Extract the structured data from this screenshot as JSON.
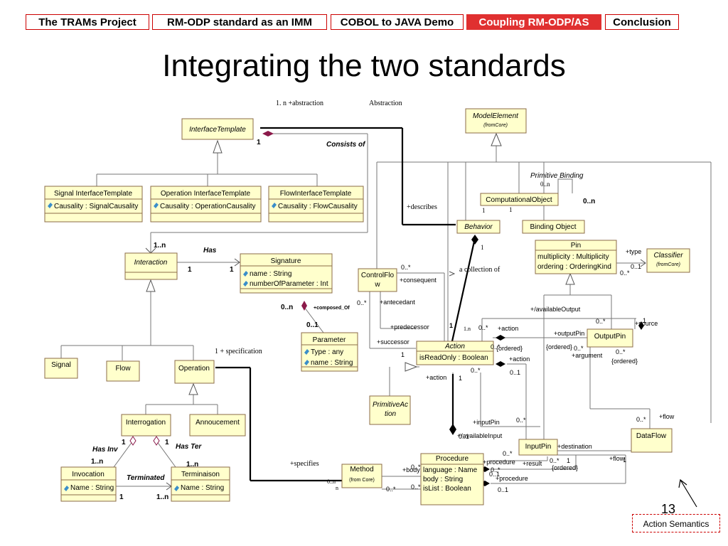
{
  "nav": {
    "tabs": [
      {
        "label": "The TRAMs Project"
      },
      {
        "label": "RM-ODP standard as an IMM"
      },
      {
        "label": "COBOL to JAVA Demo"
      },
      {
        "label": "Coupling RM-ODP/AS",
        "active": true
      },
      {
        "label": "Conclusion"
      }
    ],
    "active_color": "#e03030",
    "border_color": "#cc0000"
  },
  "slide": {
    "title": "Integrating the two standards",
    "number": "13",
    "footer_label": "Action Semantics"
  },
  "diagram": {
    "box_fill": "#ffffcc",
    "box_stroke": "#8b6b47",
    "assoc_color": "#8b1a4a",
    "classes": {
      "model_element": {
        "name": "ModelElement",
        "note": "(fromCore)"
      },
      "interface_template": {
        "name": "InterfaceTemplate"
      },
      "signal_interface_template": {
        "name": "Signal InterfaceTemplate",
        "attrs": [
          "Causality : SignalCausality"
        ]
      },
      "operation_interface_template": {
        "name": "Operation InterfaceTemplate",
        "attrs": [
          "Causality : OperationCausality"
        ]
      },
      "flow_interface_template": {
        "name": "FlowInterfaceTemplate",
        "attrs": [
          "Causality : FlowCausality"
        ]
      },
      "interaction": {
        "name": "Interaction"
      },
      "signature": {
        "name": "Signature",
        "attrs": [
          "name : String",
          "numberOfParameter : Int"
        ]
      },
      "parameter": {
        "name": "Parameter",
        "attrs": [
          "Type : any",
          "name : String"
        ]
      },
      "signal": {
        "name": "Signal"
      },
      "flow": {
        "name": "Flow"
      },
      "operation": {
        "name": "Operation"
      },
      "interrogation": {
        "name": "Interrogation"
      },
      "annoucement": {
        "name": "Annoucement"
      },
      "invocation": {
        "name": "Invocation",
        "attrs": [
          "Name : String"
        ]
      },
      "terminaison": {
        "name": "Terminaison",
        "attrs": [
          "Name : String"
        ]
      },
      "computational_object": {
        "name": "ComputationalObject"
      },
      "behavior": {
        "name": "Behavior"
      },
      "binding_object": {
        "name": "Binding Object"
      },
      "pin": {
        "name": "Pin",
        "attrs": [
          "multiplicity : Multiplicity",
          "ordering : OrderingKind"
        ]
      },
      "classifier": {
        "name": "Classifier",
        "note": "(fromCore)"
      },
      "control_flow": {
        "name_line1": "ControlFlo",
        "name_line2": "w"
      },
      "action": {
        "name": "Action",
        "attrs": [
          "isReadOnly : Boolean"
        ]
      },
      "output_pin": {
        "name": "OutputPin"
      },
      "primitive_action": {
        "name_line1": "PrimitiveAc",
        "name_line2": "tion"
      },
      "input_pin": {
        "name": "InputPin"
      },
      "data_flow": {
        "name": "DataFlow"
      },
      "procedure": {
        "name": "Procedure",
        "attrs": [
          "language : Name",
          "body : String",
          "isList : Boolean"
        ]
      },
      "method": {
        "name": "Method",
        "note": "(from Core)"
      }
    },
    "labels": {
      "abstraction_top": "1. n +abstraction",
      "abstraction_right": "Abstraction",
      "consists_of": "Consists of",
      "one_interface_template": "1",
      "has": "Has",
      "interaction_mult": "1..n",
      "signature_left_1": "1",
      "signature_right_1": "1",
      "on": "0..n",
      "composed_of": "+composed_Of",
      "zero_one_param": "0..1",
      "specification": "1 +  specification",
      "has_inv": "Has Inv",
      "has_ter": "Has Ter",
      "interrog_1_left": "1",
      "interrog_1_right": "1",
      "inv_1n": "1..n",
      "ter_1n": "1..n",
      "terminated": "Terminated",
      "inv_1": "1",
      "ter_1n_b": "1..n",
      "primitive_binding": "Primitive Binding",
      "pb_0n": "0..n",
      "co_0n": "0..n",
      "co_1": "1",
      "co_1b": "1",
      "describes": "+describes",
      "behavior_1": "1",
      "collection_of": "a collection of",
      "type": "+type",
      "type_01": "0..1",
      "type_0s": "0..*",
      "cf_0s": "0..*",
      "consequent": "+consequent",
      "cf_0s_b": "0..*",
      "antecedant": "+antecedant",
      "available_output": "+/availableOutput",
      "predecessor": "+predecessor",
      "successor": "+successor",
      "action_1": "1",
      "action_1b": "1",
      "action_1n": "1.n",
      "action_0s": "0..*",
      "action_label": "+action",
      "output_pin_label": "+outputPin",
      "ordered_1": "{ordered}",
      "ordered_2": "{ordered}",
      "zero_s_out": "0..*",
      "argument": "+argument",
      "source": "+source",
      "src_0s": "0..*",
      "src_1": "1",
      "out_0s": "0..*",
      "ordered_3": "{ordered}",
      "action_label_b": "+action",
      "action_label_c": "+action",
      "zero_s_c": "0..*",
      "zero_one_c": "0..1",
      "one_c": "1",
      "input_pin_label": "+inputPin",
      "available_input": "+/availableInput",
      "zero_s_d": "0..*",
      "zero_s_e": "0..*",
      "destination": "+destination",
      "flow_plus": "+flow",
      "flow_plus_b": "+flow",
      "df_0s": "0..*",
      "df_1": "1",
      "procedure_label": "+procedure",
      "result": "+result",
      "res_0s": "0..*",
      "res_1": "1",
      "ordered_4": "{ordered}",
      "procedure_label_b": "+procedure",
      "proc_01": "0..1",
      "proc_01b": "0..1",
      "zero_s_proc": "0..*",
      "body": "+body",
      "body_0s": "0..*",
      "specifies": "+specifies",
      "method_0n": "0..n",
      "method_n": "n",
      "method_0s": "0..*",
      "zero_one_a": "0..1",
      "zero_s_a": "0..*",
      "zero_s_b2": "0..*"
    }
  }
}
